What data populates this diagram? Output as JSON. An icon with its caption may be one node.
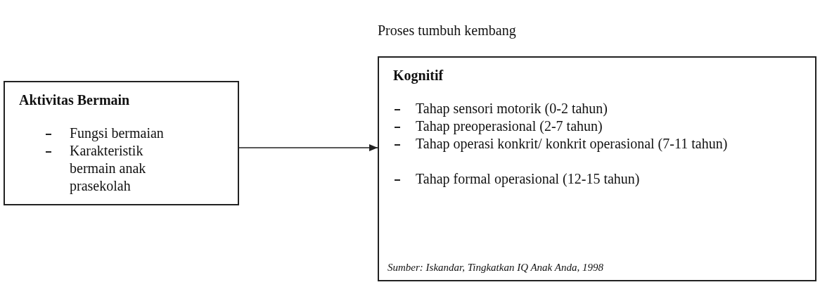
{
  "diagram": {
    "nodes": [
      {
        "text": [
          "Aktivitas Bermain",
          "Fungsi bermaian",
          "Karakteristik bermain anak prasekolah"
        ]
      },
      {
        "text": [
          "Proses tumbuh kembang",
          "Kognitif",
          "Tahap sensori motorik (0-2 tahun)",
          "Tahap preoperasional (2-7 tahun)",
          "Tahap operasi konkrit/ konkrit operasional (7-11 tahun)",
          "Tahap formal operasional (12-15 tahun)",
          "Sumber: Iskandar, Tingkatkan IQ Anak Anda, 1998"
        ]
      }
    ],
    "edges": [
      {
        "from": 0,
        "to": 1,
        "arrow": "to"
      }
    ]
  }
}
